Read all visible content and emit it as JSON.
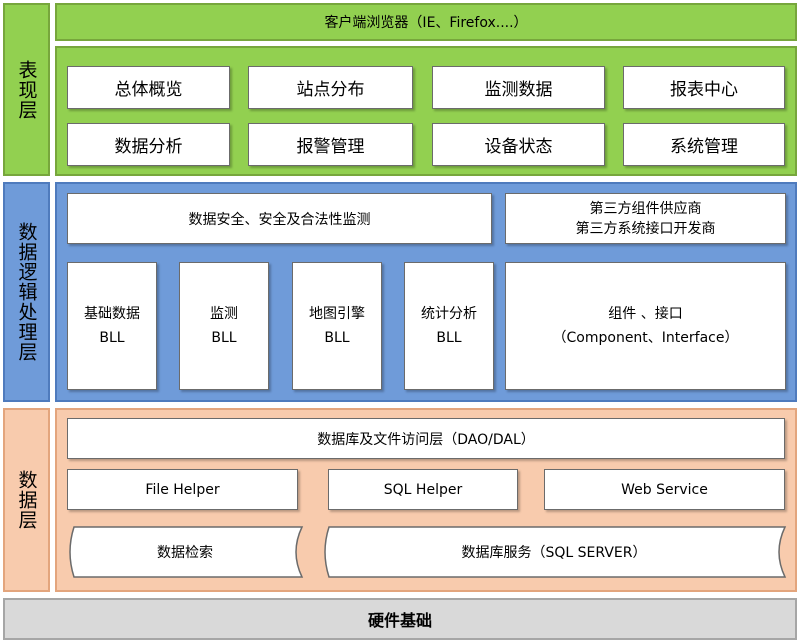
{
  "browser_bar": "客户端浏览器（IE、Firefox....）",
  "presentation": {
    "label": "表现层",
    "modules": [
      "总体概览",
      "站点分布",
      "监测数据",
      "报表中心",
      "数据分析",
      "报警管理",
      "设备状态",
      "系统管理"
    ]
  },
  "logic": {
    "label": "数据逻辑处理层",
    "security": "数据安全、安全及合法性监测",
    "third_party_line1": "第三方组件供应商",
    "third_party_line2": "第三方系统接口开发商",
    "bll": [
      {
        "line1": "基础数据",
        "line2": "BLL"
      },
      {
        "line1": "监测",
        "line2": "BLL"
      },
      {
        "line1": "地图引擎",
        "line2": "BLL"
      },
      {
        "line1": "统计分析",
        "line2": "BLL"
      }
    ],
    "component_line1": "组件 、接口",
    "component_line2": "（Component、Interface）"
  },
  "data": {
    "label": "数据层",
    "dal": "数据库及文件访问层（DAO/DAL）",
    "helpers": [
      "File Helper",
      "SQL Helper",
      "Web Service"
    ],
    "search": "数据检索",
    "db_service": "数据库服务（SQL SERVER）"
  },
  "hardware": "硬件基础",
  "colors": {
    "presentation": "#92d050",
    "logic": "#6f9bd9",
    "data": "#f8cbad",
    "hardware": "#d9d9d9"
  }
}
